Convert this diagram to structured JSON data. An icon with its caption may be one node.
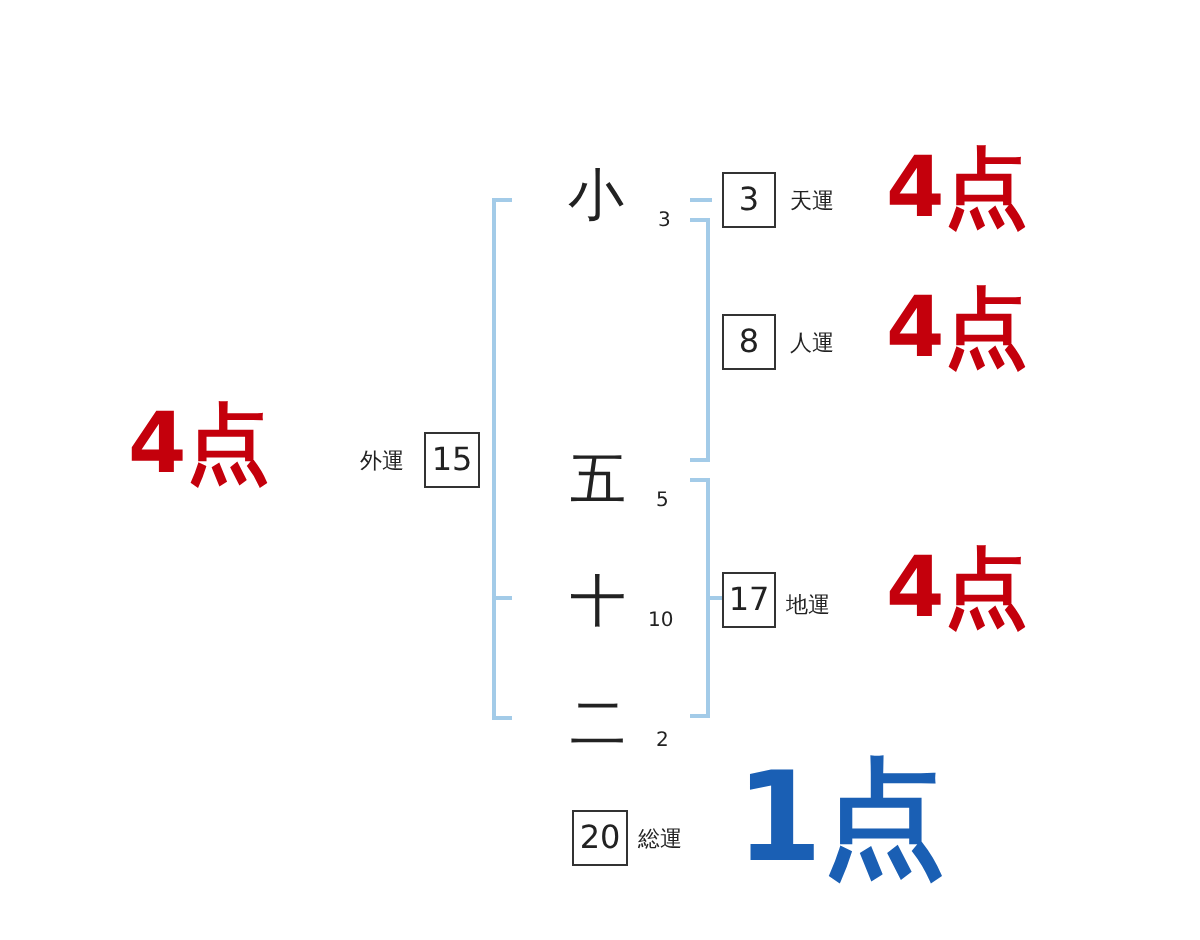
{
  "diagram": {
    "nodes": [
      {
        "text": [
          "3"
        ],
        "beside": [
          "天運",
          "4点"
        ]
      },
      {
        "text": [
          "8"
        ],
        "beside": [
          "人運",
          "4点"
        ]
      },
      {
        "text": [
          "15"
        ],
        "beside": [
          "外運",
          "4点"
        ]
      },
      {
        "text": [
          "17"
        ],
        "beside": [
          "地運",
          "4点"
        ]
      },
      {
        "text": [
          "20"
        ],
        "beside": [
          "総運",
          "1点"
        ]
      }
    ],
    "labels": [
      "小",
      "3",
      "五",
      "5",
      "十",
      "10",
      "二",
      "2"
    ]
  }
}
